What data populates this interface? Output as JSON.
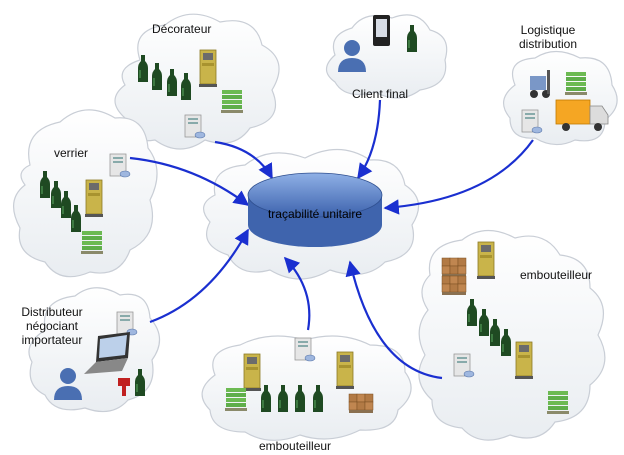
{
  "hub": {
    "label": "traçabilité unitaire"
  },
  "nodes": {
    "decorateur": {
      "label": "Décorateur"
    },
    "client": {
      "label": "Client final"
    },
    "logistique": {
      "line1": "Logistique",
      "line2": "distribution"
    },
    "verrier": {
      "label": "verrier"
    },
    "distributeur": {
      "line1": "Distributeur",
      "line2": "négociant",
      "line3": "importateur"
    },
    "embouteilleur_right": {
      "label": "embouteilleur"
    },
    "embouteilleur_bottom": {
      "label": "embouteilleur"
    }
  },
  "colors": {
    "arrow": "#1a2fd0",
    "cloud_fill": "#f4f6f8",
    "cloud_stroke": "#c9ced6",
    "hub_fill": "#4f74b8",
    "bottle": "#1f4a22",
    "pallet": "#5fae4a",
    "machine": "#c9b44a",
    "server": "#e6e6e6",
    "box": "#b27a45"
  },
  "icons": [
    "server-icon",
    "bottle-icon",
    "pallet-icon",
    "labeling-machine-icon",
    "truck-icon",
    "person-icon",
    "mobile-phone-icon",
    "laptop-icon",
    "cardboard-boxes-icon",
    "forklift-icon"
  ]
}
